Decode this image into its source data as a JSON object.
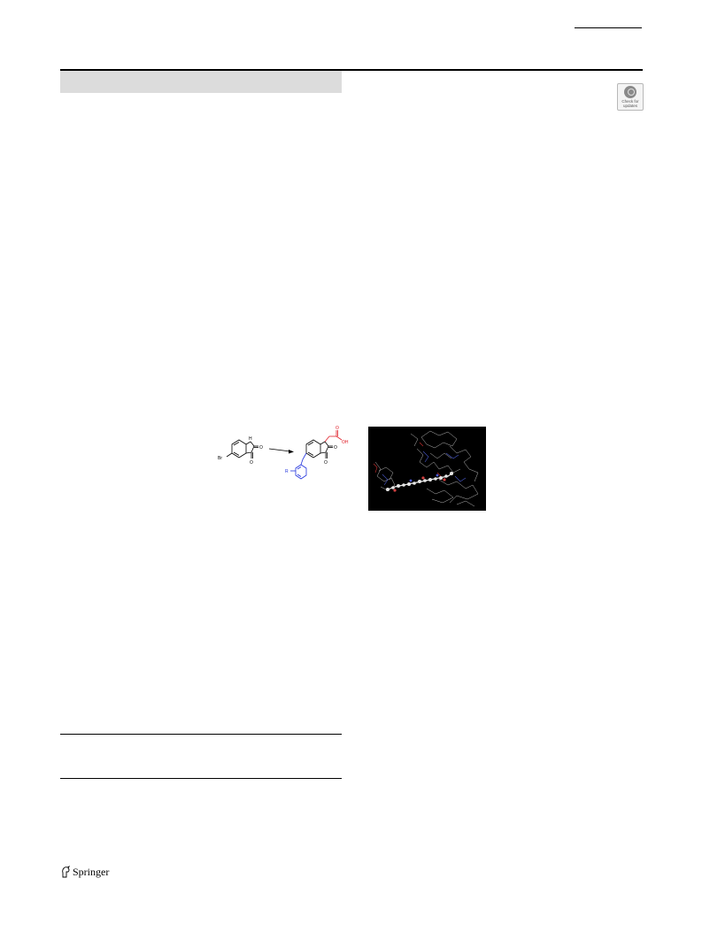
{
  "badge": {
    "line1": "Check for",
    "line2": "updates"
  },
  "scheme": {
    "atom_br": "Br",
    "atom_nh": "H",
    "atom_o1": "O",
    "atom_o2": "O",
    "atom_o3": "O",
    "atom_o4": "O",
    "atom_oh": "OH",
    "atom_o5": "O",
    "atom_r": "R"
  },
  "footer": {
    "publisher": "Springer"
  },
  "colors": {
    "rule": "#000000",
    "band": "#dcdcdc",
    "acid_red": "#e0202a",
    "aryl_blue": "#2233dd"
  }
}
